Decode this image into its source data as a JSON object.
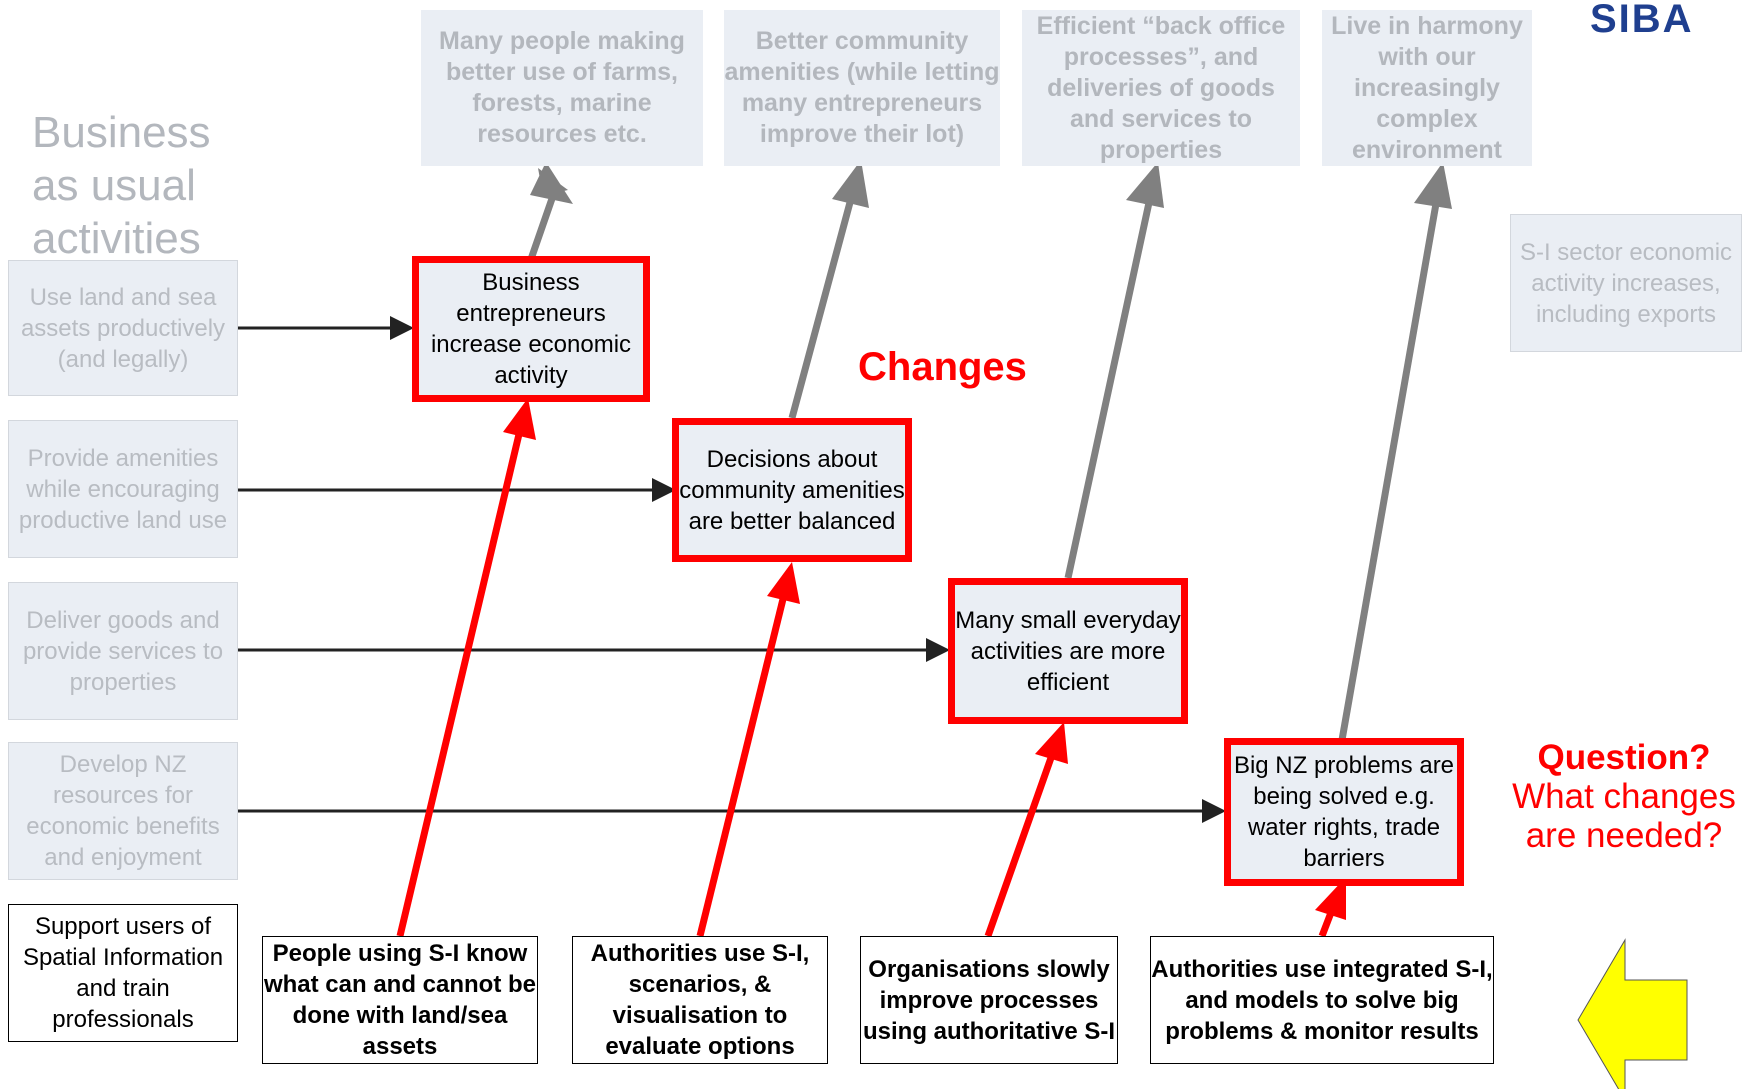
{
  "logo": {
    "text": "SIBA",
    "color": "#1f3f8f"
  },
  "goals": [
    "Many people making better use of farms, forests, marine resources etc.",
    "Better community amenities (while letting many entrepreneurs improve their lot)",
    "Efficient “back office processes”, and deliveries of goods and services to properties",
    "Live in harmony with our increasingly complex environment"
  ],
  "business_as_usual": {
    "title": "Business as usual activities"
  },
  "activities": [
    "Use land and sea assets productively (and legally)",
    "Provide amenities while encouraging productive land use",
    "Deliver goods and provide services to properties",
    "Develop NZ resources for economic benefits and enjoyment"
  ],
  "support_box": "Support users of Spatial Information and train professionals",
  "changes_label": "Changes",
  "changes": [
    "Business entrepreneurs increase economic activity",
    "Decisions about community amenities are better balanced",
    "Many small everyday activities are more efficient",
    "Big NZ problems are being solved e.g. water rights, trade barriers"
  ],
  "enablers": [
    "People using S-I know what can and cannot be done with land/sea assets",
    "Authorities use S-I, scenarios, & visualisation to evaluate options",
    "Organisations slowly improve processes using authoritative S-I",
    "Authorities use integrated S-I, and models to solve big problems & monitor results"
  ],
  "sector_box": "S-I sector economic activity increases, including exports",
  "question": {
    "title": "Question?",
    "text": "What changes are needed?"
  },
  "colors": {
    "change_border": "#ff0000",
    "faded_text": "#b3b7bd",
    "faded_fill": "#eaeef4",
    "gray_arrow": "#808080",
    "red_arrow": "#ff0000",
    "black_arrow": "#222222",
    "yellow_arrow": "#ffff00"
  }
}
